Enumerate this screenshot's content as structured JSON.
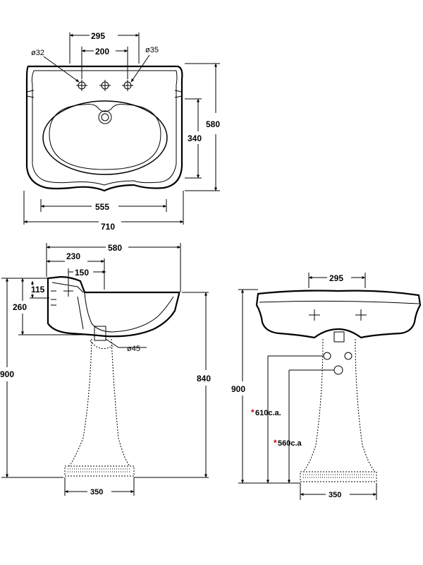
{
  "top_view": {
    "dim_295": "295",
    "dim_200": "200",
    "hole_left": "ø32",
    "hole_right": "ø35",
    "dim_580": "580",
    "dim_340": "340",
    "dim_555": "555",
    "dim_710": "710"
  },
  "side_view": {
    "dim_580": "580",
    "dim_230": "230",
    "dim_150": "150",
    "dim_115": "115",
    "dim_260": "260",
    "dim_900": "900",
    "dim_840": "840",
    "drain": "ø45",
    "dim_350": "350"
  },
  "front_view": {
    "dim_295": "295",
    "dim_900": "900",
    "star_mark": "*",
    "dim_610": "610c.a.",
    "dim_560": "560c.a",
    "dim_350": "350"
  },
  "colors": {
    "line": "#000000",
    "asterisk": "#d0021b"
  }
}
